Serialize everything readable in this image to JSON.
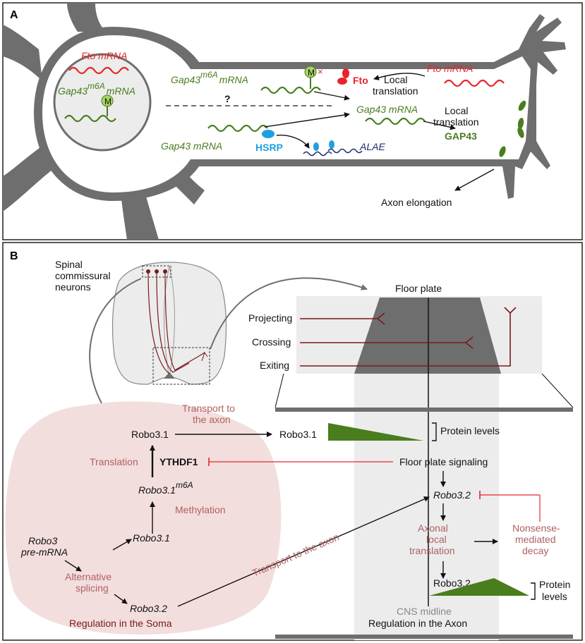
{
  "panel_a": {
    "label": "A",
    "fto_mrna_soma": "Fto mRNA",
    "gap43_soma_prefix": "Gap43",
    "gap43_soma_sup": "m6A",
    "gap43_soma_suffix": "mRNA",
    "m_mark_soma": "M",
    "gap43_m6a_prefix": "Gap43",
    "gap43_m6a_sup": "m6A",
    "gap43_m6a_suffix": "mRNA",
    "m_mark_axon": "M",
    "cross_mark": "×",
    "fto_protein": "Fto",
    "local_translation_1a": "Local",
    "local_translation_1b": "translation",
    "fto_mrna_axon": "Fto mRNA",
    "question_mark": "?",
    "gap43_mrna_axon": "Gap43 mRNA",
    "local_translation_2a": "Local",
    "local_translation_2b": "translation",
    "gap43_protein": "GAP43",
    "gap43_mrna_left": "Gap43 mRNA",
    "hsrp": "HSRP",
    "alae": "ALAE",
    "axon_elongation": "Axon elongation",
    "colors": {
      "red": "#e8242a",
      "green": "#4a7d1e",
      "blue": "#1e9fe0",
      "navy": "#1b2a6b",
      "gray": "#6e6e6e"
    }
  },
  "panel_b": {
    "label": "B",
    "spinal_line1": "Spinal",
    "spinal_line2": "commissural",
    "spinal_line3": "neurons",
    "floor_plate": "Floor plate",
    "projecting": "Projecting",
    "crossing": "Crossing",
    "exiting": "Exiting",
    "transport_axon_1a": "Transport to",
    "transport_axon_1b": "the axon",
    "robo31_soma": "Robo3.1",
    "robo31_axon": "Robo3.1",
    "protein_levels": "Protein levels",
    "translation": "Translation",
    "ythdf1": "YTHDF1",
    "floor_plate_signaling": "Floor plate signaling",
    "robo31_m6a": "Robo3.1",
    "robo31_m6a_sup": "m6A",
    "methylation": "Methylation",
    "robo32_axon": "Robo3.2",
    "robo31_mid": "Robo3.1",
    "robo3_pre_1": "Robo3",
    "robo3_pre_2": "pre-mRNA",
    "alt_splicing_1": "Alternative",
    "alt_splicing_2": "splicing",
    "axonal_1": "Axonal",
    "axonal_2": "local",
    "axonal_3": "translation",
    "nmd_1": "Nonsense-",
    "nmd_2": "mediated",
    "nmd_3": "decay",
    "transport_axon_2": "Transport to the axon",
    "robo32_soma": "Robo3.2",
    "robo32_bottom": "Robo3.2",
    "protein_levels_2a": "Protein",
    "protein_levels_2b": "levels",
    "cns_midline": "CNS midline",
    "regulation_soma": "Regulation in the Soma",
    "regulation_axon": "Regulation in the Axon",
    "colors": {
      "dark_red": "#7a1a1a",
      "rose": "#b06060",
      "green": "#4a7d1e",
      "gray": "#6e6e6e",
      "soma_fill": "#f3dede"
    }
  }
}
